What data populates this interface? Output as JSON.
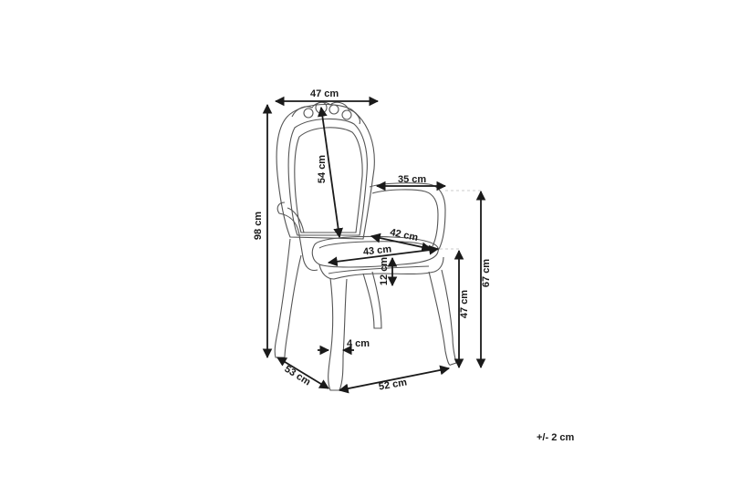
{
  "diagram": {
    "subject": "armchair with ornate carved backrest",
    "dimensions": {
      "top_width": "47 cm",
      "backrest_height": "54 cm",
      "total_height": "98 cm",
      "armrest_depth": "35 cm",
      "seat_depth": "42 cm",
      "seat_width": "43 cm",
      "seat_thickness": "12 cm",
      "armrest_height": "67 cm",
      "seat_height": "47 cm",
      "leg_width": "4 cm",
      "depth": "53 cm",
      "width": "52 cm"
    },
    "tolerance": "+/- 2 cm",
    "colors": {
      "line": "#1a1a1a",
      "outline": "#555555",
      "guide": "#bbbbbb",
      "background": "#ffffff"
    }
  }
}
